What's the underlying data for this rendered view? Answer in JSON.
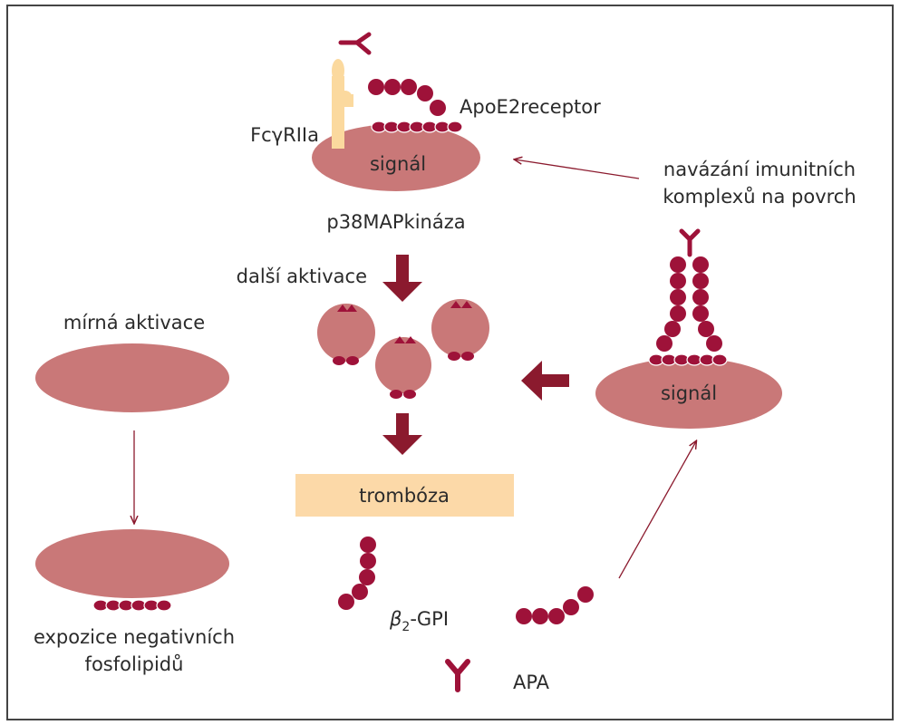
{
  "labels": {
    "apoe2_receptor": "ApoE2receptor",
    "fcgriia": "FcγRIIa",
    "signal_top": "signál",
    "p38": "p38MAPkináza",
    "binding_line1": "navázání imunitních",
    "binding_line2": "komplexů na povrch",
    "further_activation": "další aktivace",
    "mild_activation": "mírná aktivace",
    "signal_right": "signál",
    "thrombosis": "trombóza",
    "exposure_line1": "expozice negativních",
    "exposure_line2": "fosfolipidů",
    "beta2_symbol": "β",
    "beta2_sub": "2",
    "beta2_rest": "-GPI",
    "apa": "APA"
  },
  "colors": {
    "cell": "#c97878",
    "protein": "#9e1239",
    "arrow": "#8b1a2e",
    "receptor": "#fbd99e",
    "thrombosis_box": "#fcd9a8",
    "border": "#444444"
  },
  "icons": {
    "antibody": "y-shaped-antibody",
    "receptor": "fc-receptor-shape",
    "platelet": "platelet-cell"
  }
}
